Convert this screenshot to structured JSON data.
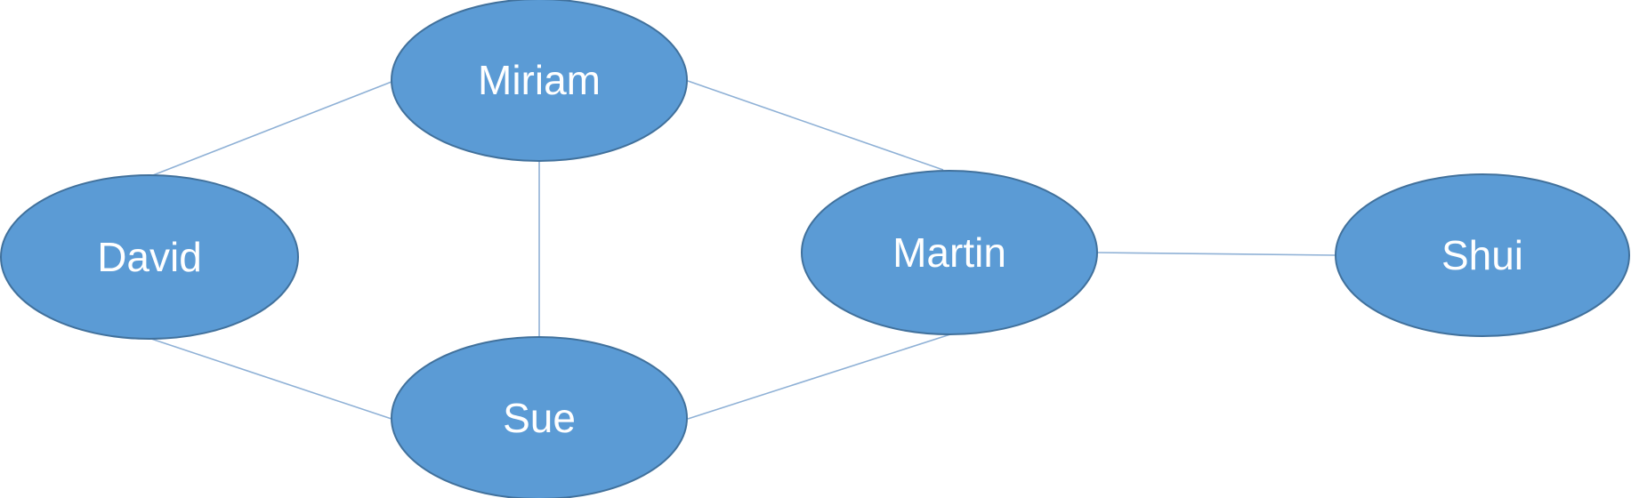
{
  "diagram": {
    "colors": {
      "node_fill": "#5B9BD5",
      "node_stroke": "#41719C",
      "edge": "#8FB1D6",
      "label": "#FFFFFF"
    },
    "nodes": [
      {
        "id": "miriam",
        "label": "Miriam"
      },
      {
        "id": "david",
        "label": "David"
      },
      {
        "id": "martin",
        "label": "Martin"
      },
      {
        "id": "shui",
        "label": "Shui"
      },
      {
        "id": "sue",
        "label": "Sue"
      }
    ],
    "edges": [
      {
        "from": "miriam",
        "to": "david"
      },
      {
        "from": "miriam",
        "to": "martin"
      },
      {
        "from": "miriam",
        "to": "sue"
      },
      {
        "from": "david",
        "to": "sue"
      },
      {
        "from": "martin",
        "to": "sue"
      },
      {
        "from": "martin",
        "to": "shui"
      }
    ]
  }
}
